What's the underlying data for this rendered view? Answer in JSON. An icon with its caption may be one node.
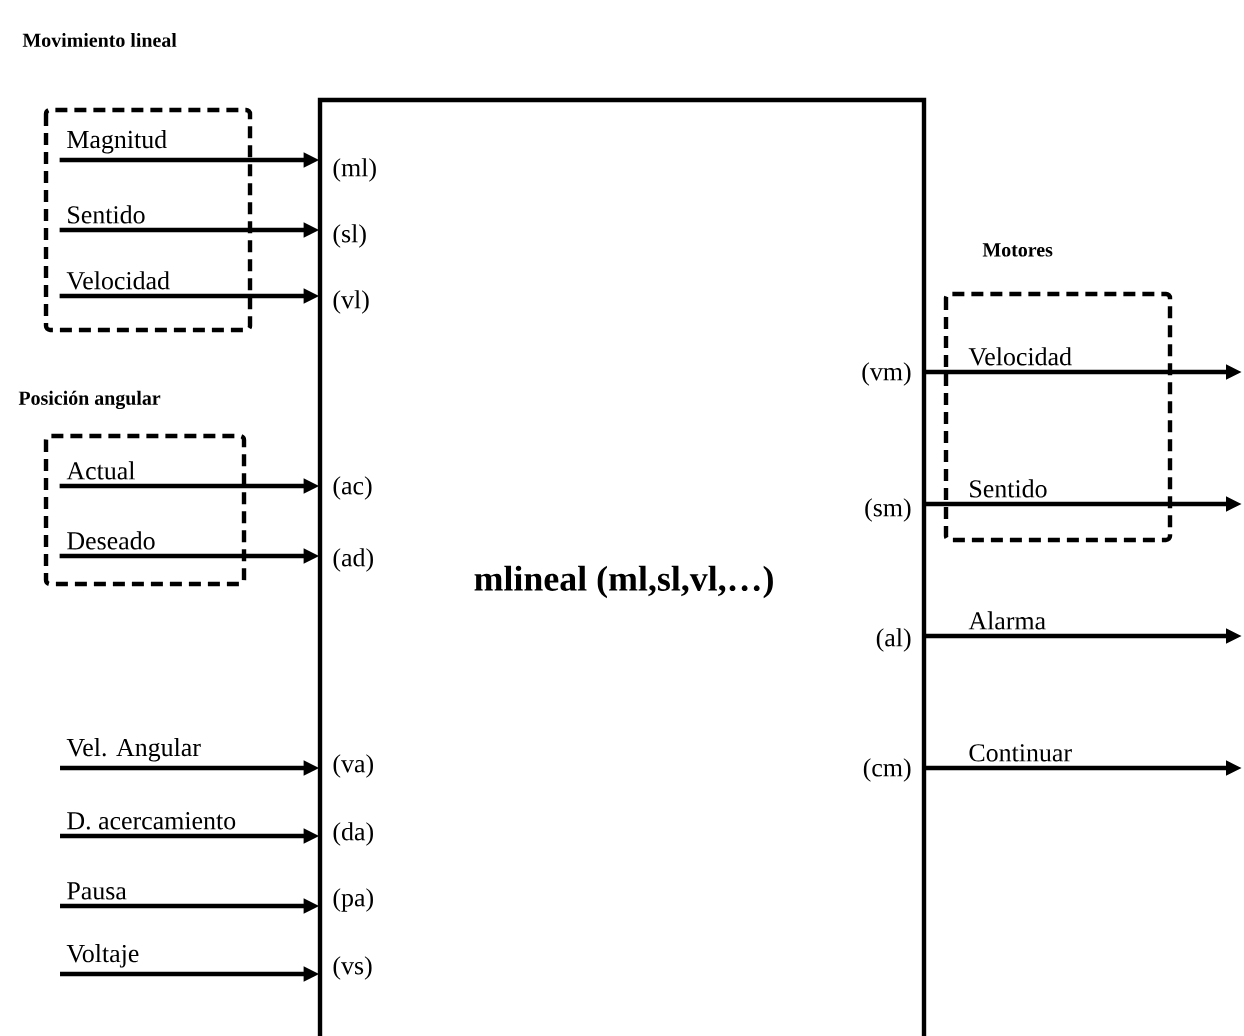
{
  "diagram": {
    "nodes": [
      {
        "text": [
          "mlineal (ml,sl,vl,…)",
          "(ml)",
          "(sl)",
          "(vl)",
          "(ac)",
          "(ad)",
          "(va)",
          "(da)",
          "(pa)",
          "(vs)",
          "(vm)",
          "(sm)",
          "(al)",
          "(cm)"
        ]
      },
      {
        "text": [
          "Movimiento lineal"
        ]
      },
      {
        "text": [
          "Posición angular"
        ]
      },
      {
        "text": [
          "Motores"
        ]
      }
    ],
    "edges": [
      {
        "from": 1,
        "to": 0,
        "arrow": "to",
        "label": "Magnitud"
      },
      {
        "from": 1,
        "to": 0,
        "arrow": "to",
        "label": "Sentido"
      },
      {
        "from": 1,
        "to": 0,
        "arrow": "to",
        "label": "Velocidad"
      },
      {
        "from": 2,
        "to": 0,
        "arrow": "to",
        "label": "Actual"
      },
      {
        "from": 2,
        "to": 0,
        "arrow": "to",
        "label": "Deseado"
      },
      {
        "from": null,
        "to": 0,
        "arrow": "to",
        "label": "Vel. Angular"
      },
      {
        "from": null,
        "to": 0,
        "arrow": "to",
        "label": "D. acercamiento"
      },
      {
        "from": null,
        "to": 0,
        "arrow": "to",
        "label": "Pausa"
      },
      {
        "from": null,
        "to": 0,
        "arrow": "to",
        "label": "Voltaje"
      },
      {
        "from": 0,
        "to": null,
        "arrow": "to",
        "label": "Velocidad"
      },
      {
        "from": 0,
        "to": null,
        "arrow": "to",
        "label": "Sentido"
      },
      {
        "from": 0,
        "to": null,
        "arrow": "to",
        "label": "Alarma"
      },
      {
        "from": 0,
        "to": null,
        "arrow": "to",
        "label": "Continuar"
      }
    ]
  }
}
